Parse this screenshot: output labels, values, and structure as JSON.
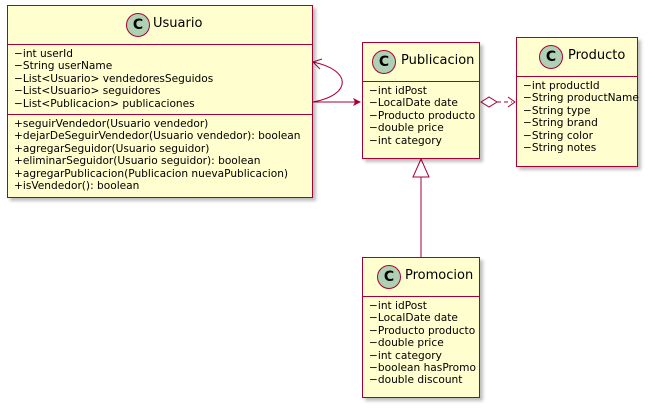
{
  "diagram": {
    "badge_letter": "C",
    "classes": {
      "usuario": {
        "name": "Usuario",
        "attributes": [
          "−int userId",
          "−String userName",
          "−List<Usuario> vendedoresSeguidos",
          "−List<Usuario> seguidores",
          "−List<Publicacion> publicaciones"
        ],
        "methods": [
          "+seguirVendedor(Usuario vendedor)",
          "+dejarDeSeguirVendedor(Usuario vendedor): boolean",
          "+agregarSeguidor(Usuario seguidor)",
          "+eliminarSeguidor(Usuario seguidor): boolean",
          "+agregarPublicacion(Publicacion nuevaPublicacion)",
          "+isVendedor(): boolean"
        ]
      },
      "publicacion": {
        "name": "Publicacion",
        "attributes": [
          "−int idPost",
          "−LocalDate date",
          "−Producto producto",
          "−double price",
          "−int category"
        ]
      },
      "producto": {
        "name": "Producto",
        "attributes": [
          "−int productId",
          "−String productName",
          "−String type",
          "−String brand",
          "−String color",
          "−String notes"
        ]
      },
      "promocion": {
        "name": "Promocion",
        "attributes": [
          "−int idPost",
          "−LocalDate date",
          "−Producto producto",
          "−double price",
          "−int category",
          "−boolean hasPromo",
          "−double discount"
        ]
      }
    },
    "colors": {
      "class_fill": "#fefece",
      "border": "#a80036",
      "badge_fill": "#add1b2"
    }
  }
}
